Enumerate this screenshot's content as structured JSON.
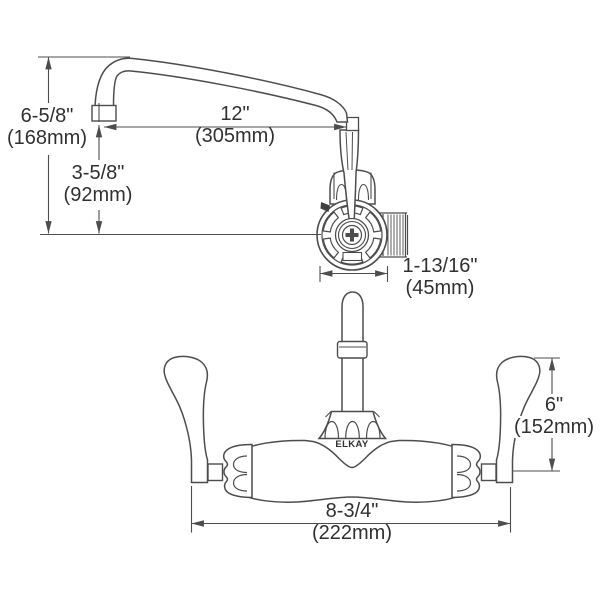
{
  "drawing_type": "faucet-technical-dimension-diagram",
  "brand_label": "ELKAY",
  "colors": {
    "line": "#4d4d4d",
    "text": "#303030",
    "background": "#ffffff",
    "accent_dark_mark": "#3f3f3f"
  },
  "dimensions": {
    "spout_height": {
      "inches": "6-5/8\"",
      "metric": "(168mm)"
    },
    "spout_outlet_height": {
      "inches": "3-5/8\"",
      "metric": "(92mm)"
    },
    "spout_reach": {
      "inches": "12\"",
      "metric": "(305mm)"
    },
    "body_depth": {
      "inches": "1-13/16\"",
      "metric": "(45mm)"
    },
    "handle_height": {
      "inches": "6\"",
      "metric": "(152mm)"
    },
    "handle_span": {
      "inches": "8-3/4\"",
      "metric": "(222mm)"
    }
  }
}
